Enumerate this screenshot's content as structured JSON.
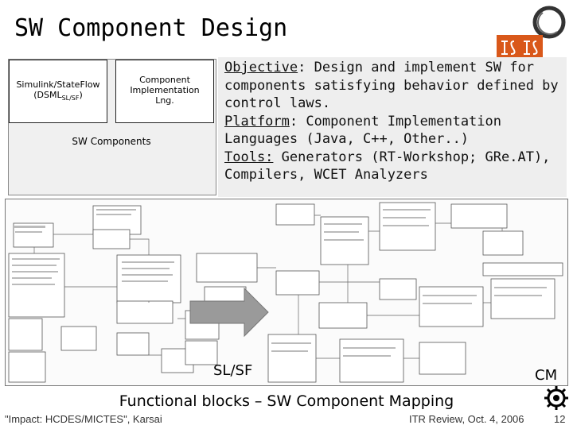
{
  "title": "SW Component Design",
  "left_box": {
    "sim_label_a": "Simulink/StateFlow",
    "sim_label_b": "(DSML",
    "sim_label_sub": "SL/SF",
    "sim_label_c": ")",
    "impl_line1": "Component",
    "impl_line2": "Implementation",
    "impl_line3": "Lng.",
    "sw_components": "SW Components"
  },
  "objective": {
    "obj_key": "Objective",
    "obj_text": ": Design and implement SW for components satisfying behavior defined by control laws.",
    "plat_key": "Platform",
    "plat_text": ":  Component Implementation Languages (Java, C++, Other..)",
    "tools_key": "Tools:",
    "tools_text": " Generators (RT-Workshop; GRe.AT), Compilers, WCET Analyzers"
  },
  "diagram": {
    "sl_label": "SL/SF",
    "cm_label": "CM"
  },
  "caption": "Functional blocks – SW Component Mapping",
  "footer": {
    "left": "\"Impact: HCDES/MICTES\", Karsai",
    "right": "ITR Review, Oct. 4, 2006",
    "page": "12"
  },
  "colors": {
    "logo_orange": "#d9581a",
    "arrow_gray": "#9a9a9a"
  }
}
